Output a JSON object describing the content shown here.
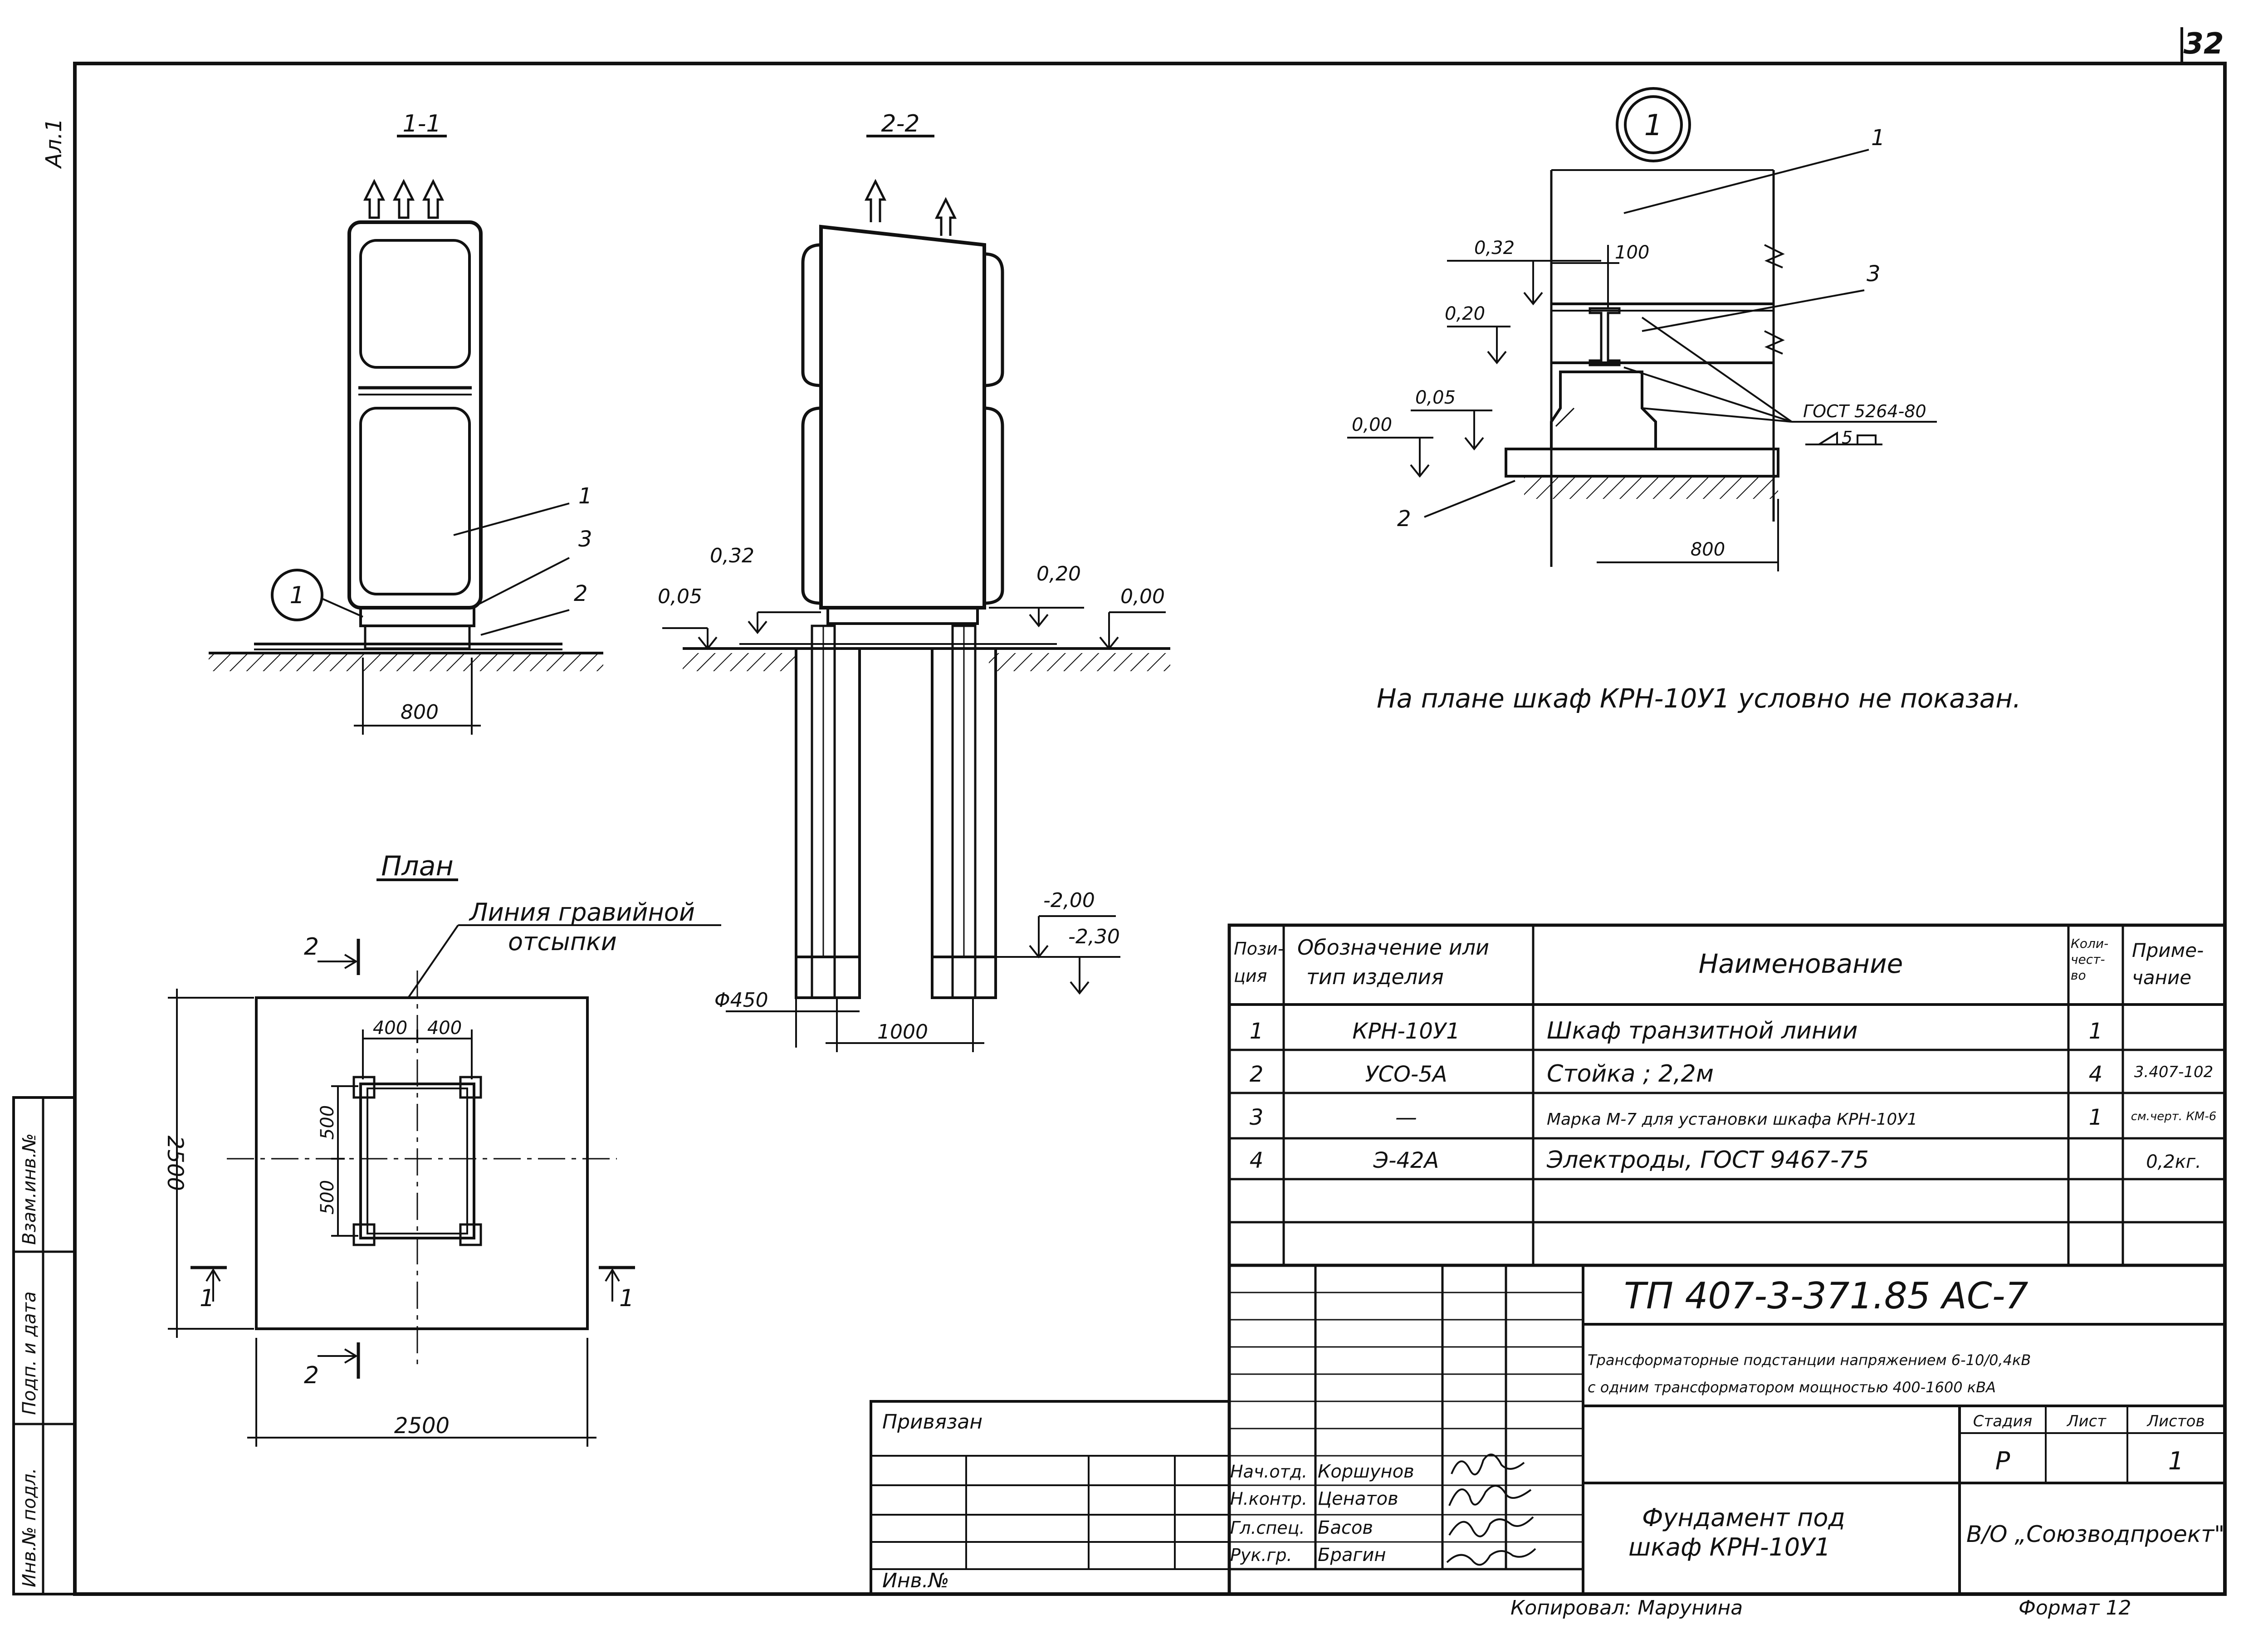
{
  "sheet": {
    "number": "32",
    "corner_mark": "Ал.1",
    "note": "На плане шкаф КРН-10У1 условно не показан.",
    "copied_by": "Копировал: Марунина",
    "format": "Формат 12"
  },
  "side_stamps": {
    "inv_podl": "Инв.№ подл.",
    "podp_data": "Подп. и дата",
    "vzam_inv": "Взам.инв.№"
  },
  "views": {
    "section_1": {
      "title": "1-1",
      "marker": "1",
      "leaders": [
        "1",
        "3",
        "2"
      ],
      "dim_width": "800"
    },
    "section_2": {
      "title": "2-2",
      "levels": [
        "0,32",
        "0,05",
        "0,20",
        "0,00",
        "-2,00",
        "-2,30"
      ],
      "dim_diameter": "Φ450",
      "dim_spacing": "1000"
    },
    "detail_1": {
      "marker": "1",
      "levels": [
        "0,32",
        "0,20",
        "0,05",
        "0,00"
      ],
      "dim_top": "100",
      "dim_bottom": "800",
      "leaders": [
        "1",
        "3",
        "2"
      ],
      "weld_standard": "ГОСТ 5264-80",
      "weld_symbol": "5"
    },
    "plan": {
      "title": "План",
      "gravel_line": "Линия гравийной",
      "gravel_line_2": "отсыпки",
      "section_marks": [
        "2",
        "2",
        "1",
        "1"
      ],
      "dim_width": "2500",
      "dim_height": "2500",
      "dim_400_left": "400",
      "dim_400_right": "400",
      "dim_500_top": "500",
      "dim_500_bottom": "500"
    }
  },
  "spec_table": {
    "headers": {
      "pos": [
        "Пози-",
        "ция"
      ],
      "designation": [
        "Обозначение или",
        "тип изделия"
      ],
      "name": "Наименование",
      "qty": [
        "Коли-",
        "чест-",
        "во"
      ],
      "note": [
        "Приме-",
        "чание"
      ]
    },
    "rows": [
      {
        "pos": "1",
        "designation": "КРН-10У1",
        "name": "Шкаф транзитной линии",
        "qty": "1",
        "note": ""
      },
      {
        "pos": "2",
        "designation": "УСО-5А",
        "name": "Стойка ; 2,2м",
        "qty": "4",
        "note": "3.407-102"
      },
      {
        "pos": "3",
        "designation": "—",
        "name": "Марка М-7 для установки шкафа КРН-10У1",
        "qty": "1",
        "note": "см.черт. КМ-6"
      },
      {
        "pos": "4",
        "designation": "Э-42А",
        "name": "Электроды, ГОСТ 9467-75",
        "qty": "",
        "note": "0,2кг."
      }
    ]
  },
  "title_block": {
    "code": "ТП 407-3-371.85 АС-7",
    "description_1": "Трансформаторные подстанции напряжением 6-10/0,4кВ",
    "description_2": "с одним трансформатором мощностью 400-1600 кВА",
    "stage_label": "Стадия",
    "sheet_label": "Лист",
    "sheets_label": "Листов",
    "stage": "Р",
    "sheets": "1",
    "sheet_title_1": "Фундамент под",
    "sheet_title_2": "шкаф КРН-10У1",
    "organization": "В/О „Союзводпроект\"",
    "privyazan": "Привязан",
    "inv_no": "Инв.№",
    "signers": [
      {
        "role": "Нач.отд.",
        "name": "Коршунов"
      },
      {
        "role": "Н.контр.",
        "name": "Ценатов"
      },
      {
        "role": "Гл.спец.",
        "name": "Басов"
      },
      {
        "role": "Рук.гр.",
        "name": "Брагин"
      }
    ]
  }
}
